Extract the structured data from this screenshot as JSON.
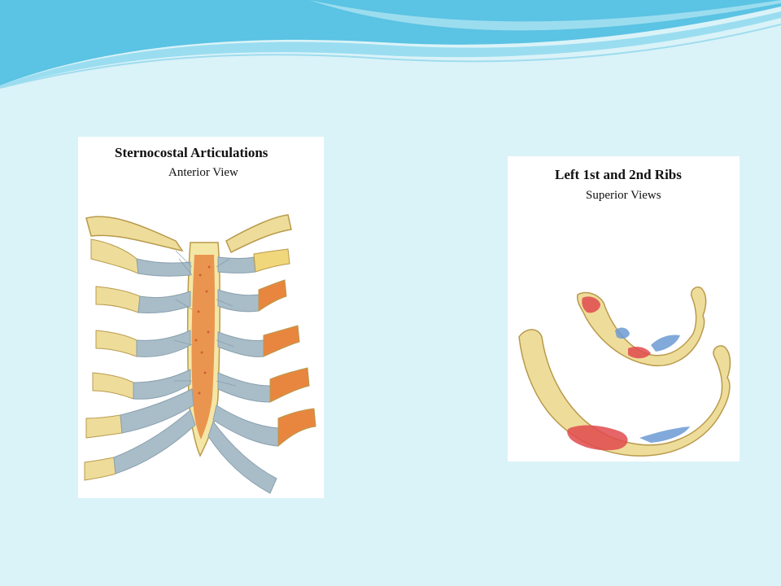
{
  "slide": {
    "background_color": "#daf3f8",
    "wave_colors": [
      "#5bc3e3",
      "#8ad7ee",
      "#b6e8f4"
    ]
  },
  "panels": {
    "left": {
      "title": "Sternocostal Articulations",
      "subtitle": "Anterior View",
      "figure": "sternocostal-articulations-illustration"
    },
    "right": {
      "title": "Left 1st and 2nd Ribs",
      "subtitle": "Superior Views",
      "figure": "first-second-ribs-illustration"
    }
  },
  "colors": {
    "bone": "#eedd9a",
    "bone_outline": "#b99a4c",
    "cartilage": "#a9bdc9",
    "marrow": "#e27a3f",
    "muscle_attachment_red": "#e04a4e",
    "ligament_attachment_blue": "#6b9ad3"
  }
}
